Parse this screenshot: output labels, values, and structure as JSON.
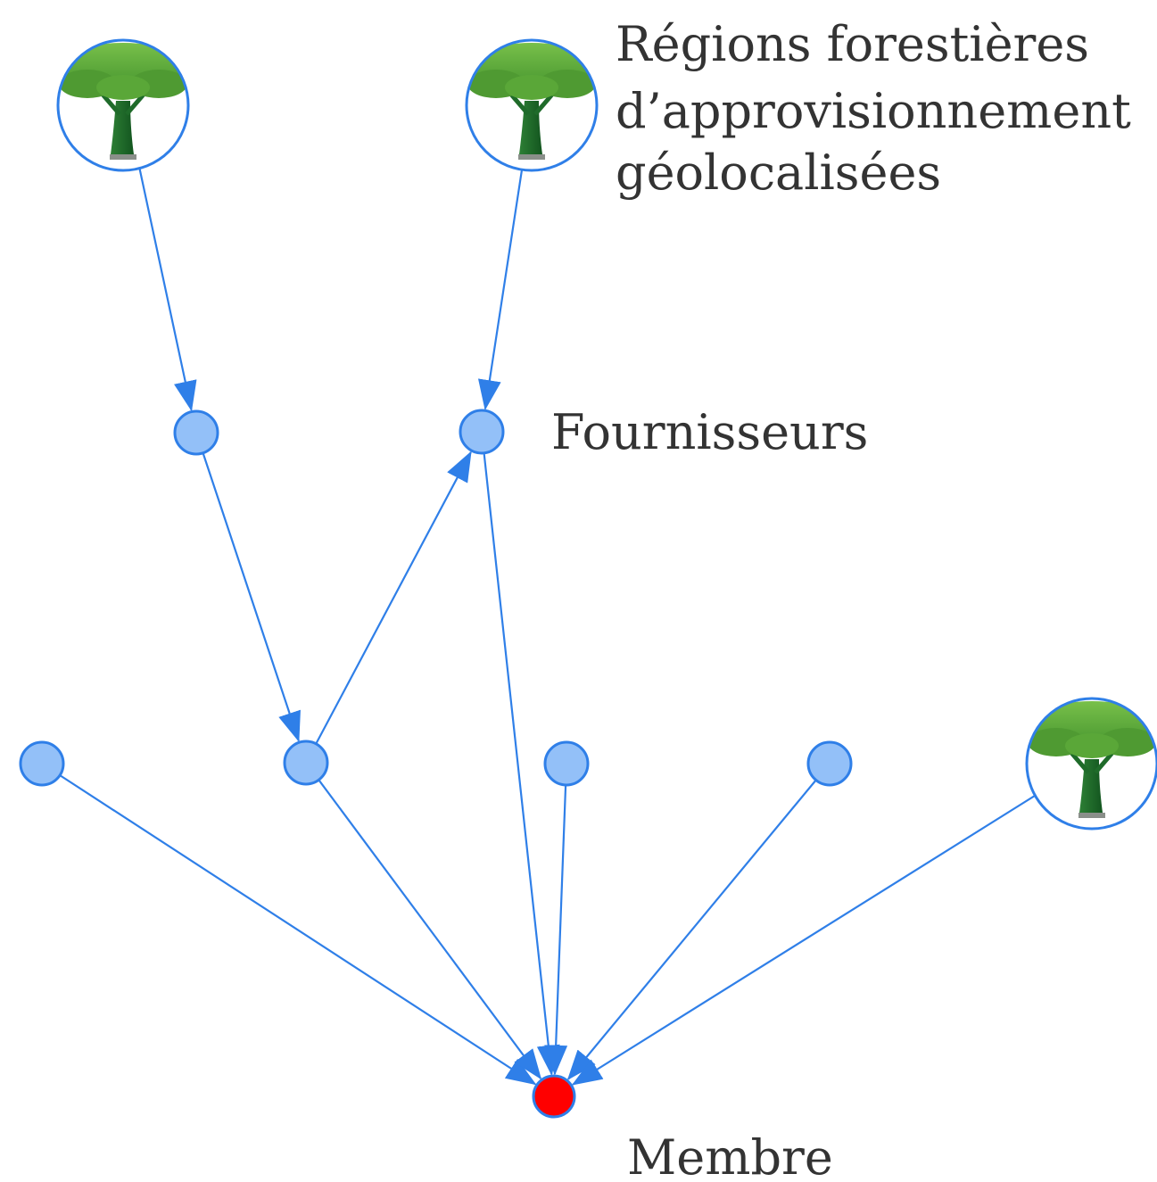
{
  "labels": {
    "forest_regions": [
      "Régions forestières",
      "d’approvisionnement",
      "géolocalisées"
    ],
    "suppliers": "Fournisseurs",
    "member": "Membre"
  },
  "colors": {
    "edge": "#2f7fe8",
    "supplier_fill": "#93c0f8",
    "supplier_stroke": "#2f7fe8",
    "member_fill": "#ff0000",
    "forest_ring": "#2f7fe8",
    "tree_canopy": "#5fa83a",
    "tree_trunk": "#1f6b2a",
    "label_text": "#333333"
  },
  "nodes": [
    {
      "id": "forest-1",
      "kind": "forest-region",
      "icon": "tree-icon"
    },
    {
      "id": "forest-2",
      "kind": "forest-region",
      "icon": "tree-icon"
    },
    {
      "id": "forest-3",
      "kind": "forest-region",
      "icon": "tree-icon"
    },
    {
      "id": "supplier-1",
      "kind": "supplier"
    },
    {
      "id": "supplier-2",
      "kind": "supplier"
    },
    {
      "id": "supplier-3",
      "kind": "supplier"
    },
    {
      "id": "supplier-4",
      "kind": "supplier"
    },
    {
      "id": "supplier-5",
      "kind": "supplier"
    },
    {
      "id": "supplier-6",
      "kind": "supplier"
    },
    {
      "id": "supplier-7",
      "kind": "supplier"
    },
    {
      "id": "member",
      "kind": "member"
    }
  ],
  "edges": [
    {
      "from": "forest-1",
      "to": "supplier-1"
    },
    {
      "from": "forest-2",
      "to": "supplier-2"
    },
    {
      "from": "supplier-1",
      "to": "supplier-4"
    },
    {
      "from": "supplier-4",
      "to": "supplier-2"
    },
    {
      "from": "supplier-2",
      "to": "member"
    },
    {
      "from": "supplier-3",
      "to": "member"
    },
    {
      "from": "supplier-4",
      "to": "member"
    },
    {
      "from": "supplier-5",
      "to": "member"
    },
    {
      "from": "supplier-6",
      "to": "member"
    },
    {
      "from": "forest-3",
      "to": "member"
    }
  ]
}
